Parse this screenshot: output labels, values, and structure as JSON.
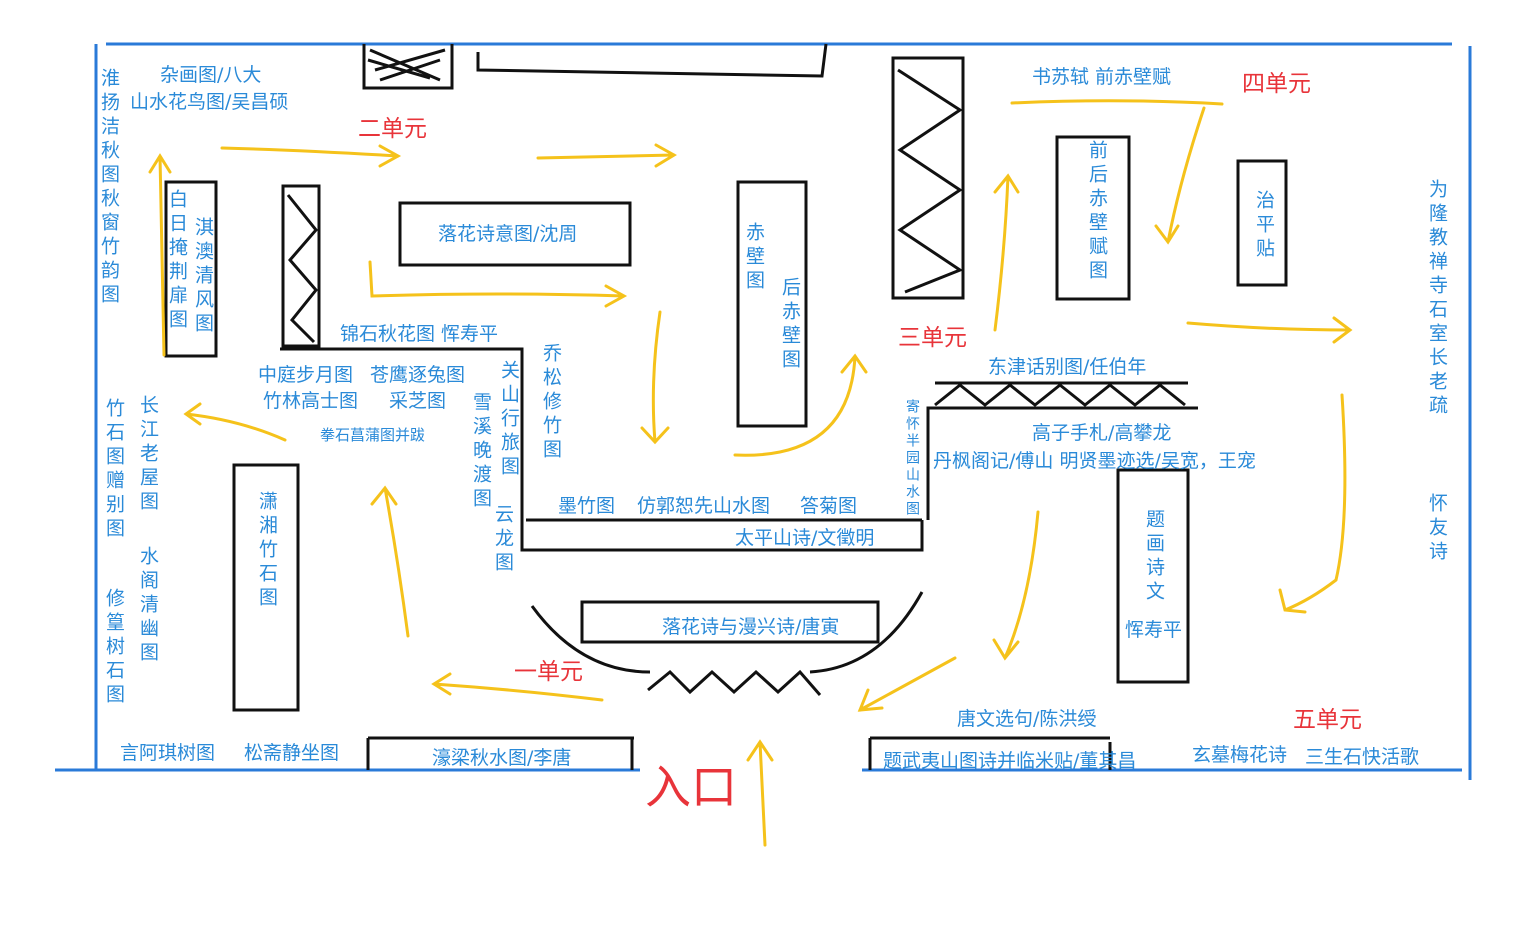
{
  "colors": {
    "wall": "#111111",
    "border": "#2a7ad8",
    "label": "#2a8ad8",
    "unit": "#e8343a",
    "route": "#f5c21b"
  },
  "units": {
    "u1": "一单元",
    "u2": "二单元",
    "u3": "三单元",
    "u4": "四单元",
    "u5": "五单元",
    "entrance": "入口"
  },
  "works": {
    "a1": "杂画图/八大",
    "a2": "山水花鸟图/吴昌硕",
    "a3": "落花诗意图/沈周",
    "a4": "锦石秋花图 恽寿平",
    "a5": "中庭步月图",
    "a6": "苍鹰逐兔图",
    "a7": "竹林高士图",
    "a8": "采芝图",
    "a9": "拳石菖蒲图并跋",
    "a10": "墨竹图",
    "a11": "仿郭恕先山水图",
    "a12": "答菊图",
    "a13": "太平山诗/文徵明",
    "a14": "落花诗与漫兴诗/唐寅",
    "a15": "濠梁秋水图/李唐",
    "a16": "言阿琪树图",
    "a17": "松斋静坐图",
    "a18": "书苏轼 前赤壁赋",
    "a19": "东津话别图/任伯年",
    "a20": "高子手札/高攀龙",
    "a21": "丹枫阁记/傅山 明贤墨迹选/吴宽，王宠",
    "a22": "唐文选句/陈洪绶",
    "a23": "题武夷山图诗并临米贴/董其昌",
    "a24": "玄墓梅花诗",
    "a25": "三生石快活歌",
    "v1": "淮扬洁秋图秋窗竹韵图",
    "v2": "白日掩荆扉图",
    "v3": "淇澳清风图",
    "v4": "竹石图赠别图",
    "v5": "修篁树石图",
    "v6": "长江老屋图",
    "v7": "水阁清幽图",
    "v8": "潇湘竹石图",
    "v9": "雪溪晚渡图",
    "v10": "关山行旅图",
    "v11": "云龙图",
    "v12": "乔松修竹图",
    "v13": "赤壁图",
    "v14": "后赤壁图",
    "v15": "寄怀半园山水图",
    "v16": "前后赤壁赋图",
    "v17": "治平贴",
    "v18": "题画诗文",
    "v18b": "恽寿平",
    "v19": "为隆教禅寺石室长老疏",
    "v20": "怀友诗"
  }
}
